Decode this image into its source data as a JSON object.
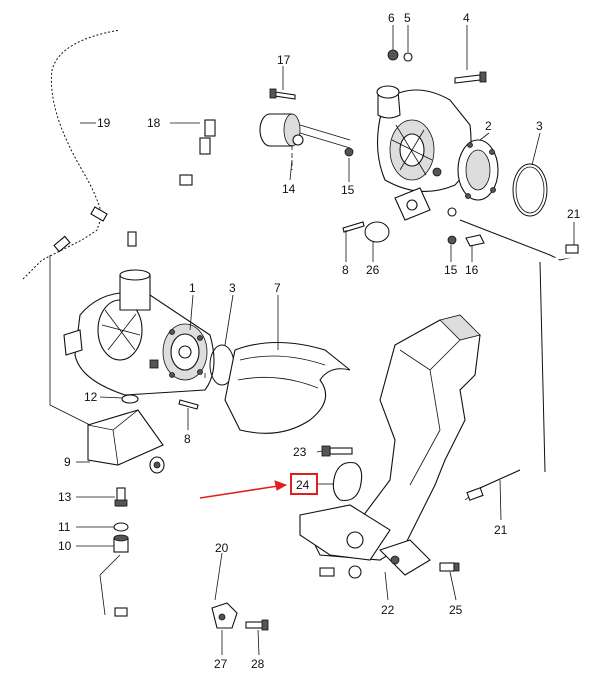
{
  "labels": {
    "l1": "1",
    "l2": "2",
    "l3a": "3",
    "l3b": "3",
    "l4": "4",
    "l5": "5",
    "l6": "6",
    "l7": "7",
    "l8a": "8",
    "l8b": "8",
    "l9": "9",
    "l10": "10",
    "l11": "11",
    "l12": "12",
    "l13": "13",
    "l14": "14",
    "l15a": "15",
    "l15b": "15",
    "l16": "16",
    "l17": "17",
    "l18": "18",
    "l19": "19",
    "l20": "20",
    "l21a": "21",
    "l21b": "21",
    "l22": "22",
    "l23": "23",
    "l24": "24",
    "l25": "25",
    "l26": "26",
    "l27": "27",
    "l28": "28"
  },
  "highlight": {
    "color": "#e02020",
    "part": "24"
  }
}
